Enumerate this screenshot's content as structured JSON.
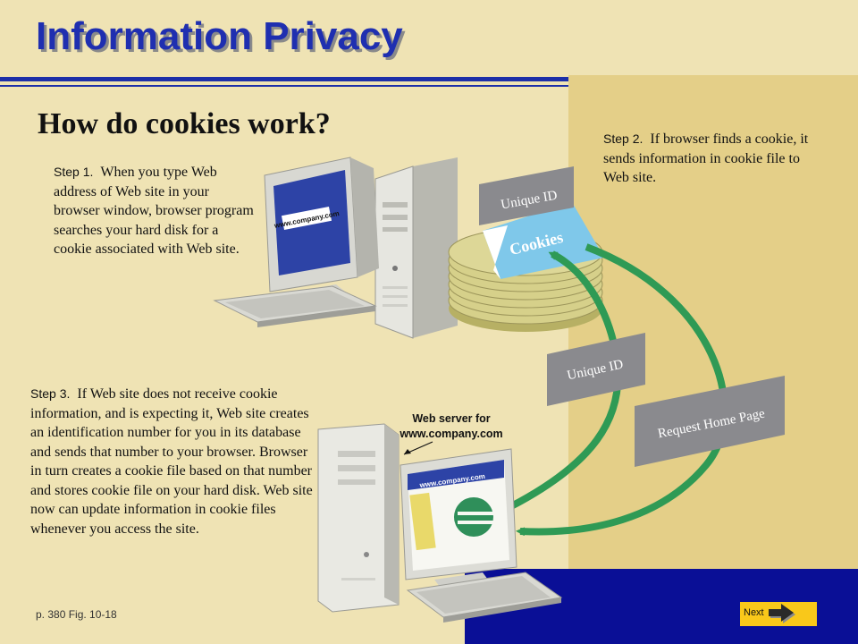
{
  "slide": {
    "title": "Information Privacy",
    "subtitle": "How do cookies work?",
    "reference": "p. 380 Fig. 10-18",
    "next_label": "Next"
  },
  "steps": [
    {
      "label": "Step 1.",
      "text": "When you type Web address of Web site in your browser window, browser program searches your hard disk for a cookie associated with Web site."
    },
    {
      "label": "Step 2.",
      "text": "If browser finds a cookie, it sends information in cookie file to Web site."
    },
    {
      "label": "Step 3.",
      "text": "If Web site does not receive cookie information, and is expecting it, Web site creates an identification number for you in its database and sends that number to your browser. Browser in turn creates a cookie file based on that number and stores cookie file on your hard disk. Web site now can update information in cookie files whenever you access the site."
    }
  ],
  "diagram": {
    "cards": {
      "unique_id_top": "Unique ID",
      "cookies": "Cookies",
      "unique_id_mid": "Unique ID",
      "request": "Request Home Page"
    },
    "server_label_line1": "Web server for",
    "server_label_line2": "www.company.com",
    "screen_text_pc": "www.company.com",
    "screen_text_server": "www.company.com"
  },
  "colors": {
    "title": "#1f2fb0",
    "background": "#efe3b4",
    "right_panel": "#e4cf88",
    "bottom_bar": "#0a0f96",
    "arrow_green": "#2f9a55",
    "card_gray": "#8a8a8e",
    "next_button": "#f9c81a"
  }
}
